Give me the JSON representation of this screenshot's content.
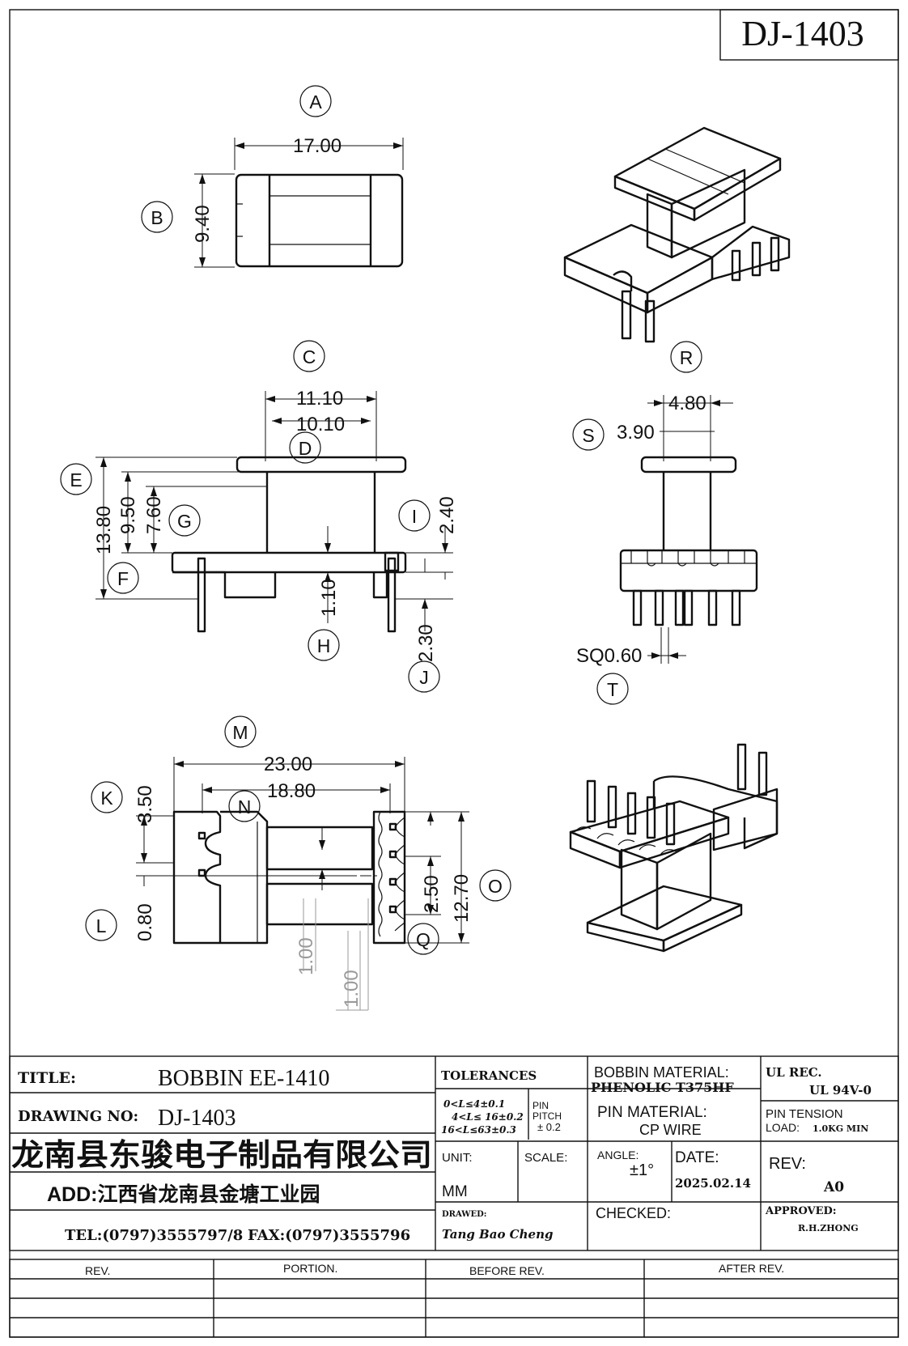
{
  "drawing_number_box": "DJ-1403",
  "views": {
    "top": {
      "circle_labels": [
        "A",
        "B"
      ],
      "dims": {
        "width": "17.00",
        "height": "9.40"
      }
    },
    "front": {
      "circle_labels": [
        "C",
        "D",
        "E",
        "F",
        "G",
        "H",
        "I",
        "J"
      ],
      "dims": {
        "flange_width": "11.10",
        "inner_width": "10.10",
        "overall_height": "13.80",
        "height_950": "9.50",
        "height_760": "7.60",
        "flange_240": "2.40",
        "base_110": "1.10",
        "pin_230": "2.30"
      }
    },
    "side": {
      "circle_labels": [
        "S",
        "T"
      ],
      "dims": {
        "width_480": "4.80",
        "width_390": "3.90",
        "pin_size": "SQ0.60"
      }
    },
    "bottom": {
      "circle_labels": [
        "M",
        "N",
        "K",
        "L",
        "O",
        "Q"
      ],
      "dims": {
        "length_2300": "23.00",
        "length_1880": "18.80",
        "slot_350": "3.50",
        "offset_080": "0.80",
        "pitch_250": "2.50",
        "width_1270": "12.70",
        "ref_1": "1.00",
        "ref_2": "1.00"
      }
    },
    "iso": {
      "circle_labels": [
        "R"
      ]
    }
  },
  "title_block": {
    "title_label": "TITLE:",
    "title_value": "BOBBIN EE-1410",
    "drawing_no_label": "DRAWING NO:",
    "drawing_no_value": "DJ-1403",
    "company": "龙南县东骏电子制品有限公司",
    "address": "ADD:江西省龙南县金塘工业园",
    "tel": "TEL:(0797)3555797/8",
    "fax": "FAX:(0797)3555796",
    "tolerances_label": "TOLERANCES",
    "tolerance_lines": [
      "0<L≤4±0.1",
      "4<L≤ 16±0.2",
      "16<L≤63±0.3"
    ],
    "pin_pitch_label_1": "PIN",
    "pin_pitch_label_2": "PITCH",
    "pin_pitch_value": "± 0.2",
    "bobbin_material_label": "BOBBIN MATERIAL:",
    "bobbin_material_value": "PHENOLIC  T375HF",
    "ul_rec_label": "UL REC.",
    "ul_rec_value": "UL  94V-0",
    "pin_material_label": "PIN MATERIAL:",
    "pin_material_value": "CP WIRE",
    "pin_tension_label": "PIN TENSION",
    "pin_tension_load_label": "LOAD:",
    "pin_tension_value": "1.0KG MIN",
    "unit_label": "UNIT:",
    "unit_value": "MM",
    "scale_label": "SCALE:",
    "angle_label": "ANGLE:",
    "angle_value": "±1°",
    "date_label": "DATE:",
    "date_value": "2025.02.14",
    "rev_label": "REV:",
    "rev_value": "A0",
    "drawn_label": "DRAWED:",
    "drawn_value": "Tang Bao Cheng",
    "checked_label": "CHECKED:",
    "approved_label": "APPROVED:",
    "approved_value": "R.H.ZHONG"
  },
  "revision_table": {
    "headers": [
      "REV.",
      "PORTION.",
      "BEFORE REV.",
      "AFTER REV."
    ]
  }
}
